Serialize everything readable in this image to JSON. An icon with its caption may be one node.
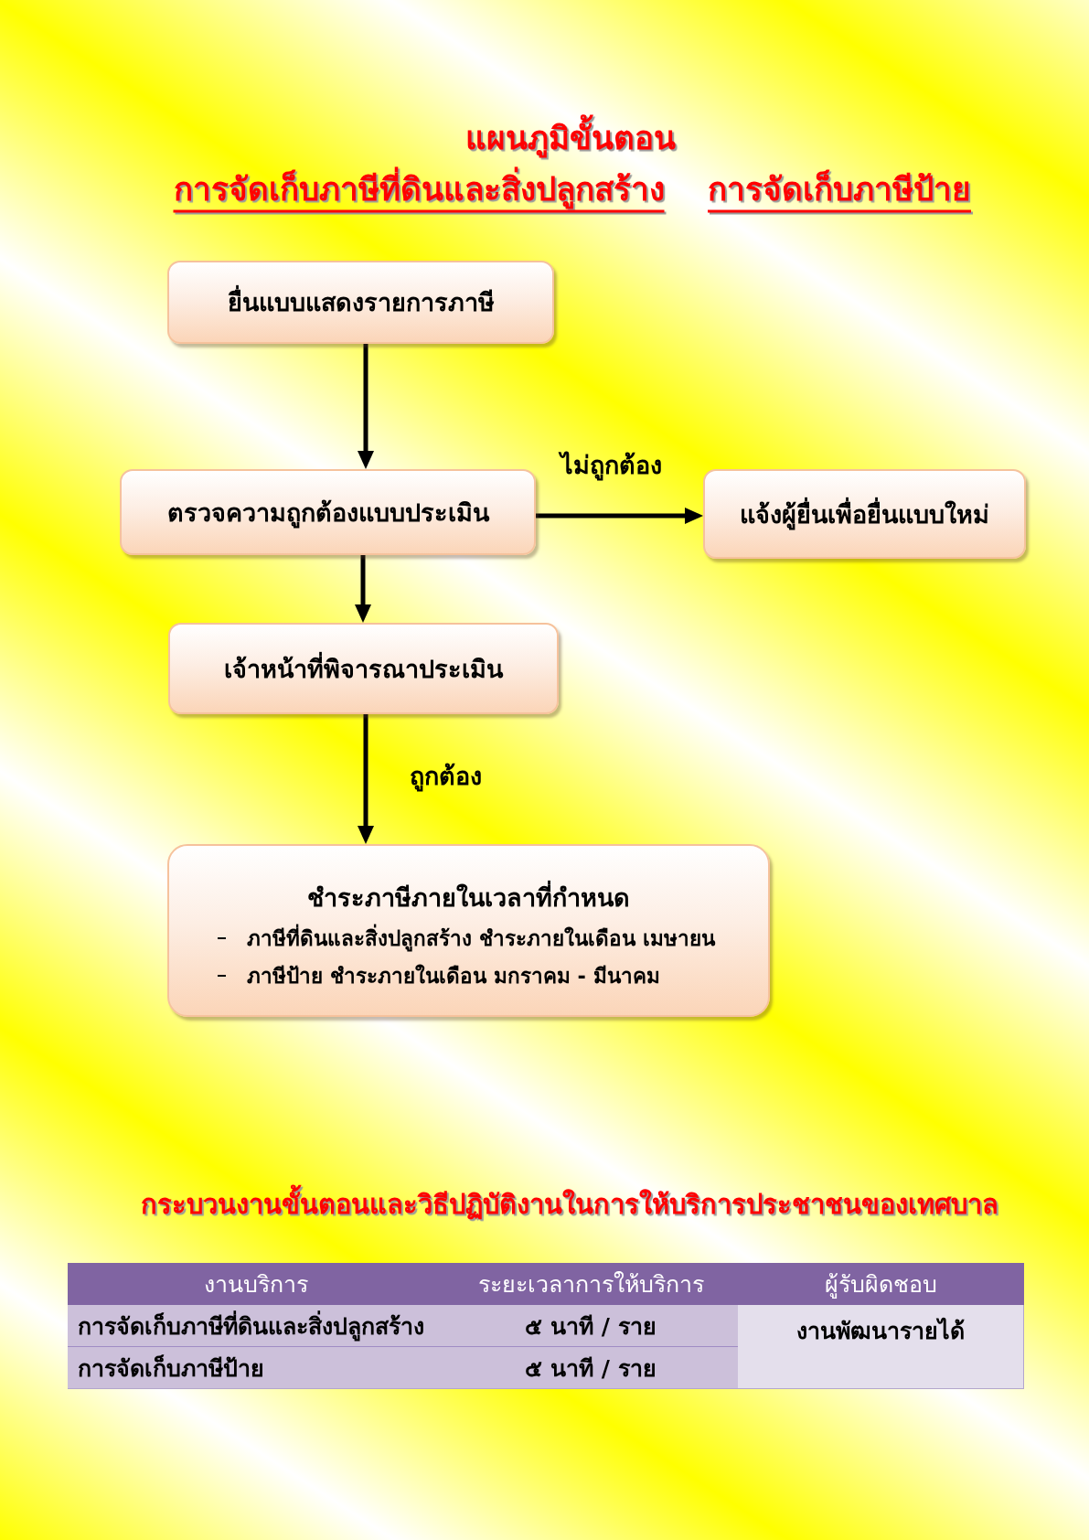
{
  "diagram": {
    "title": "แผนภูมิขั้นตอน",
    "nodes": [
      {
        "text": [
          "ยื่นแบบแสดงรายการภาษี"
        ]
      },
      {
        "text": [
          "ตรวจความถูกต้องแบบประเมิน"
        ]
      },
      {
        "text": [
          "แจ้งผู้ยื่นเพื่อยื่นแบบใหม่"
        ]
      },
      {
        "text": [
          "เจ้าหน้าที่พิจารณาประเมิน"
        ]
      },
      {
        "text": [
          "ชำระภาษีภายในเวลาที่กำหนด",
          "ภาษีที่ดินและสิ่งปลูกสร้าง ชำระภายในเดือน เมษายน",
          "ภาษีป้าย ชำระภายในเดือน มกราคม - มีนาคม"
        ]
      }
    ],
    "edges": [
      {
        "from": 0,
        "to": 1,
        "arrow": "to"
      },
      {
        "from": 1,
        "to": 2,
        "arrow": "to",
        "label": "ไม่ถูกต้อง"
      },
      {
        "from": 1,
        "to": 3,
        "arrow": "to"
      },
      {
        "from": 3,
        "to": 4,
        "arrow": "to",
        "label": "ถูกต้อง"
      }
    ],
    "labels": [
      "การจัดเก็บภาษีที่ดินและสิ่งปลูกสร้าง",
      "การจัดเก็บภาษีป้าย",
      "กระบวนงานขั้นตอนและวิธีปฏิบัติงานในการให้บริการประชาชนของเทศบาล",
      "งานบริการ",
      "ระยะเวลาการให้บริการ",
      "ผู้รับผิดชอบ",
      "การจัดเก็บภาษีที่ดินและสิ่งปลูกสร้าง",
      "๕ นาที / ราย",
      "งานพัฒนารายได้",
      "การจัดเก็บภาษีป้าย",
      "๕ นาที / ราย"
    ]
  }
}
